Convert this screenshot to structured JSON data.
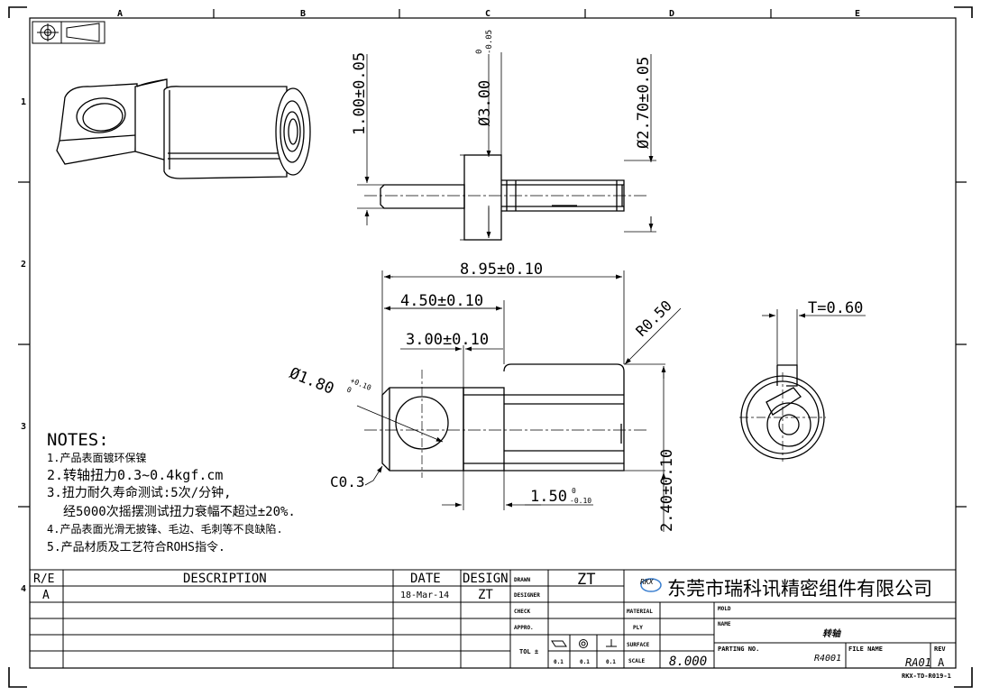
{
  "sheet": {
    "zones_cols": [
      "A",
      "B",
      "C",
      "D",
      "E"
    ],
    "zones_rows": [
      "1",
      "2",
      "3",
      "4"
    ],
    "doc_number": "RKX-TD-R019-1"
  },
  "dims": {
    "d1": "1.00±0.05",
    "d_dia300": "Ø3.00",
    "d_dia300_tol_up": "0",
    "d_dia300_tol_lo": "-0.05",
    "d_dia270": "Ø2.70±0.05",
    "d_len895": "8.95±0.10",
    "d_len450": "4.50±0.10",
    "d_len300": "3.00±0.10",
    "d_r050": "R0.50",
    "d_dia180": "Ø1.80",
    "d_dia180_tol_up": "+0.10",
    "d_dia180_tol_lo": "0",
    "d_c03": "C0.3",
    "d_len150": "1.50",
    "d_len150_tol_up": "0",
    "d_len150_tol_lo": "-0.10",
    "d_h240": "2.40±0.10",
    "d_t060": "T=0.60"
  },
  "notes": {
    "title": "NOTES:",
    "n1": "1.产品表面镀环保镍",
    "n2": "2.转轴扭力0.3~0.4kgf.cm",
    "n3": "3.扭力耐久寿命测试:5次/分钟,",
    "n3b": "经5000次摇摆测试扭力衰幅不超过±20%.",
    "n4": "4.产品表面光滑无披锋、毛边、毛刺等不良缺陷.",
    "n5": "5.产品材质及工艺符合ROHS指令."
  },
  "revision": {
    "h_re": "R/E",
    "h_desc": "DESCRIPTION",
    "h_date": "DATE",
    "h_design": "DESIGN",
    "row1_re": "A",
    "row1_date": "18-Mar-14",
    "row1_design": "ZT"
  },
  "titleblock": {
    "drawn_label": "DRAWN",
    "drawn_value": "ZT",
    "designer_label": "DESIGNER",
    "check_label": "CHECK",
    "appro_label": "APPRO.",
    "tol_label": "TOL ±",
    "tol_vals": [
      "0.1",
      "0.1",
      "0.1"
    ],
    "material_label": "MATERIAL",
    "ply_label": "PLY",
    "surface_label": "SURFACE",
    "scale_label": "SCALE",
    "scale_value": "8.000",
    "company": "东莞市瑞科讯精密组件有限公司",
    "logo_text": "RKX",
    "mold_label": "MOLD",
    "name_label": "NAME",
    "name_value": "转轴",
    "partno_label": "PARTING NO.",
    "partno_value": "R4001",
    "filename_label": "FILE NAME",
    "filename_value": "RA01",
    "rev_label": "REV",
    "rev_value": "A"
  }
}
